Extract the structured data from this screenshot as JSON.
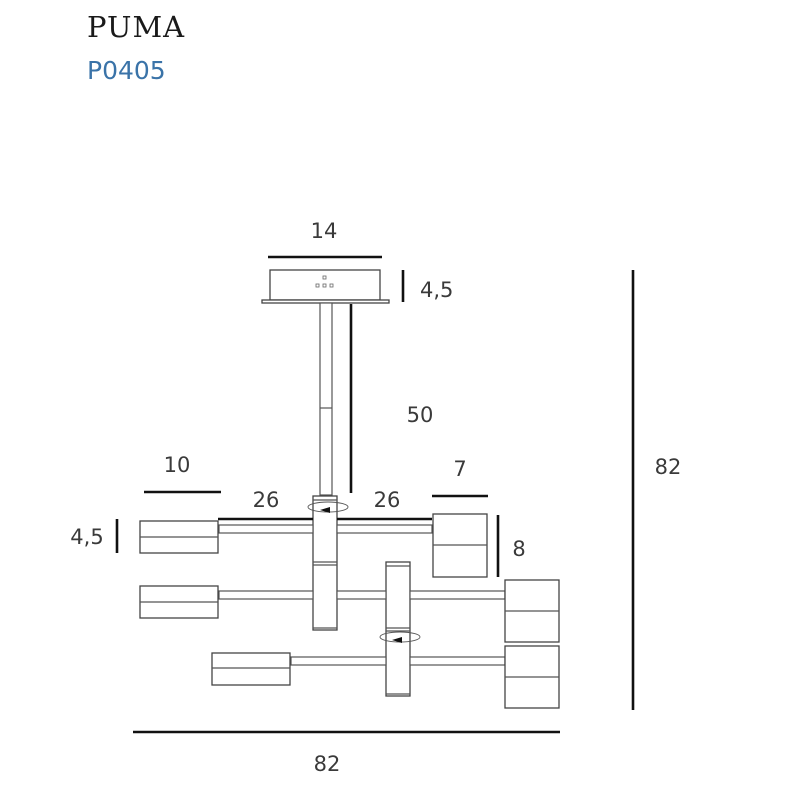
{
  "header": {
    "product_name": "PUMA",
    "product_code": "P0405",
    "colors": {
      "name": "#1a1a1a",
      "code": "#3a73a8"
    }
  },
  "dimensions": {
    "canopy_width": "14",
    "canopy_height": "4,5",
    "rod_length": "50",
    "arm_left": "26",
    "arm_right": "26",
    "shade_left_length": "10",
    "shade_left_height": "4,5",
    "shade_right_width": "7",
    "shade_right_height": "8",
    "total_height": "82",
    "total_width": "82"
  },
  "icons": {
    "rotation": "rotation-arrow-icon",
    "canopy_holes": "mounting-holes-icon"
  }
}
